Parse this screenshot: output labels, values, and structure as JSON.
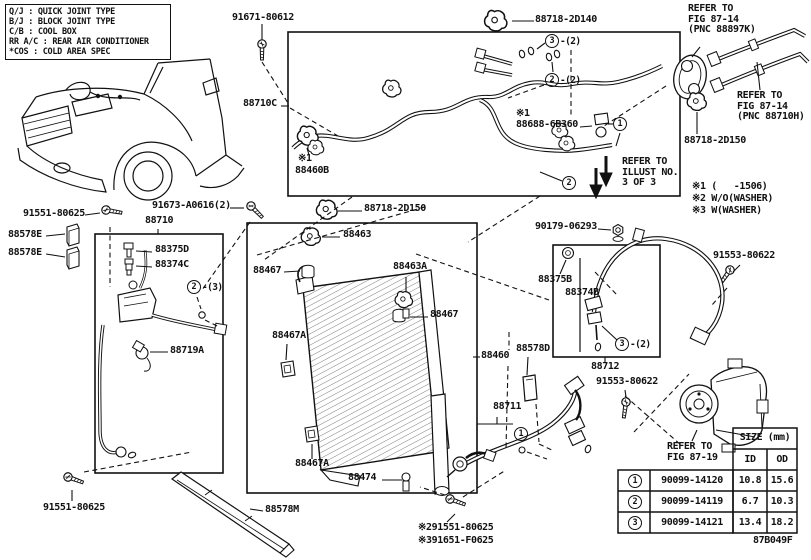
{
  "legend": {
    "lines": [
      "Q/J : QUICK JOINT TYPE",
      "B/J : BLOCK JOINT TYPE",
      "C/B : COOL BOX",
      "RR A/C : REAR AIR CONDITIONER",
      "*COS : COLD AREA SPEC"
    ]
  },
  "part_labels": {
    "p91671_80612": "91671-80612",
    "p88718_2d140": "88718-2D140",
    "p88710c": "88710C",
    "p88718_2d150_right": "88718-2D150",
    "n88460b": "※1",
    "p88460b": "88460B",
    "n88688": "※1",
    "p88688_6b360": "88688-6B360",
    "p91551_80625_top": "91551-80625",
    "p91673_a0616": "91673-A0616(2)",
    "p88710": "88710",
    "p88718_2d150_mid": "88718-2D150",
    "p88578e_1": "88578E",
    "p88578e_2": "88578E",
    "p88375d": "88375D",
    "p88374c": "88374C",
    "p88463": "88463",
    "p88467_left": "88467",
    "p88463a": "88463A",
    "p88467_right": "88467",
    "p90179_06293": "90179-06293",
    "p88375b": "88375B",
    "p88374b": "88374B",
    "p91553_80622_top": "91553-80622",
    "p88719a": "88719A",
    "p88467a_top": "88467A",
    "p88460": "88460",
    "p88578d": "88578D",
    "p88712": "88712",
    "p91553_80622_bottom": "91553-80622",
    "p88711": "88711",
    "p88467a_bottom": "88467A",
    "p88474": "88474",
    "p91551_80625_bottom": "91551-80625",
    "p88578m": "88578M",
    "note_91551_80625": "※291551-80625",
    "note_91651_f0625": "※391651-F0625"
  },
  "refer_notes": {
    "fig8714_top": "REFER TO\nFIG 87-14\n(PNC 88897K)",
    "fig8714_right": "REFER TO\nFIG 87-14\n(PNC 88710H)",
    "illust": "REFER TO\nILLUST NO.\n3 OF 3",
    "fig8719": "REFER TO\nFIG 87-19"
  },
  "spec_notes": {
    "n1": "※1 (   -1506)",
    "n2": "※2 W/O(WASHER)",
    "n3": "※3 W(WASHER)"
  },
  "callouts": {
    "c3_top": {
      "num": "3",
      "qty": "-(2)"
    },
    "c2_top": {
      "num": "2",
      "qty": "-(2)"
    },
    "c1_pipe": {
      "num": "1",
      "qty": ""
    },
    "c2_pipe": {
      "num": "2",
      "qty": ""
    },
    "c2_left": {
      "num": "2",
      "qty": "-(3)"
    },
    "c3_right": {
      "num": "3",
      "qty": "-(2)"
    },
    "c1_hose": {
      "num": "1",
      "qty": ""
    }
  },
  "size_table": {
    "title": "SIZE (mm)",
    "col_id": "ID",
    "col_od": "OD",
    "rows": [
      {
        "no": "1",
        "part": "90099-14120",
        "id": "10.8",
        "od": "15.6"
      },
      {
        "no": "2",
        "part": "90099-14119",
        "id": "6.7",
        "od": "10.3"
      },
      {
        "no": "3",
        "part": "90099-14121",
        "id": "13.4",
        "od": "18.2"
      }
    ]
  },
  "footer": {
    "code": "87B049F"
  }
}
